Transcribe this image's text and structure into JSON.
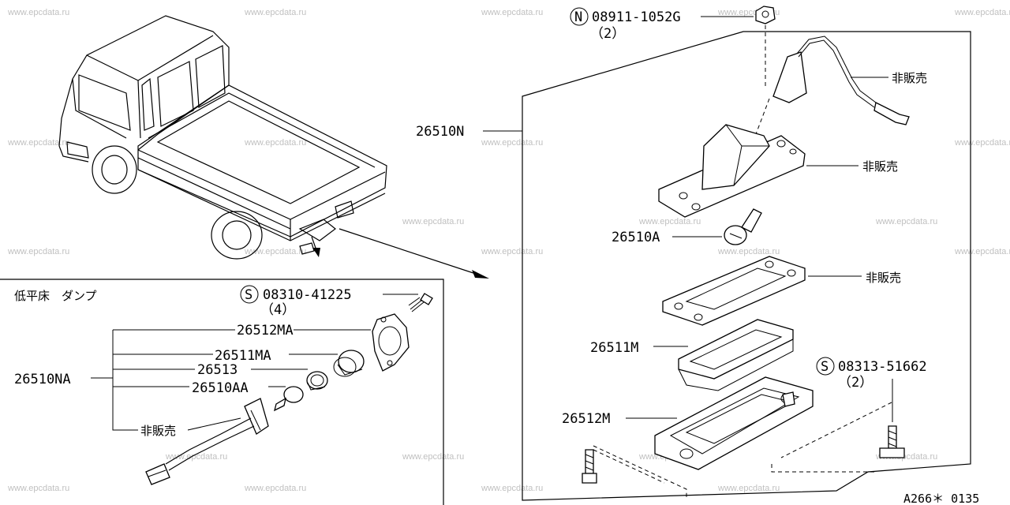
{
  "watermark": "www.epcdata.ru",
  "inset": {
    "title": "低平床　ダンプ",
    "screw": {
      "code": "08310-41225",
      "qty": "（4）",
      "symbol": "S"
    },
    "assembly": "26510NA",
    "labels": [
      "26512MA",
      "26511MA",
      "26513",
      "26510AA",
      "非販売"
    ]
  },
  "main": {
    "nut": {
      "code": "08911-1052G",
      "qty": "（2）",
      "symbol": "N"
    },
    "assembly": "26510N",
    "not_for_sale": "非販売",
    "bulb": "26510A",
    "lens": "26511M",
    "rim": "26512M",
    "screw": {
      "code": "08313-51662",
      "qty": "（2）",
      "symbol": "S"
    }
  },
  "ref_code": "A266＊ 0135"
}
